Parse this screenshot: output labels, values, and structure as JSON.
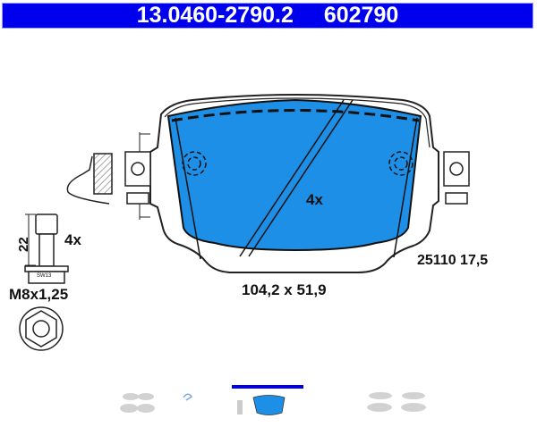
{
  "header": {
    "part_number": "13.0460-2790.2",
    "ref_number": "602790"
  },
  "labels": {
    "pad_quantity": "4x",
    "bolt_quantity": "4x",
    "bolt_length": "22",
    "bolt_thread": "M8x1,25",
    "bolt_wrench": "SW13",
    "pad_dimensions": "104,2 x 51,9",
    "wva_thickness": "25110 17,5"
  },
  "colors": {
    "header_bg": "#0000ee",
    "pad_fill": "#1e8fe6",
    "outline": "#222222"
  },
  "thumbnails": [
    {
      "name": "thumbnail-kit-grey-left"
    },
    {
      "name": "thumbnail-wear-sensor"
    },
    {
      "name": "thumbnail-main-drawing"
    },
    {
      "name": "thumbnail-kit-grey-right"
    }
  ]
}
